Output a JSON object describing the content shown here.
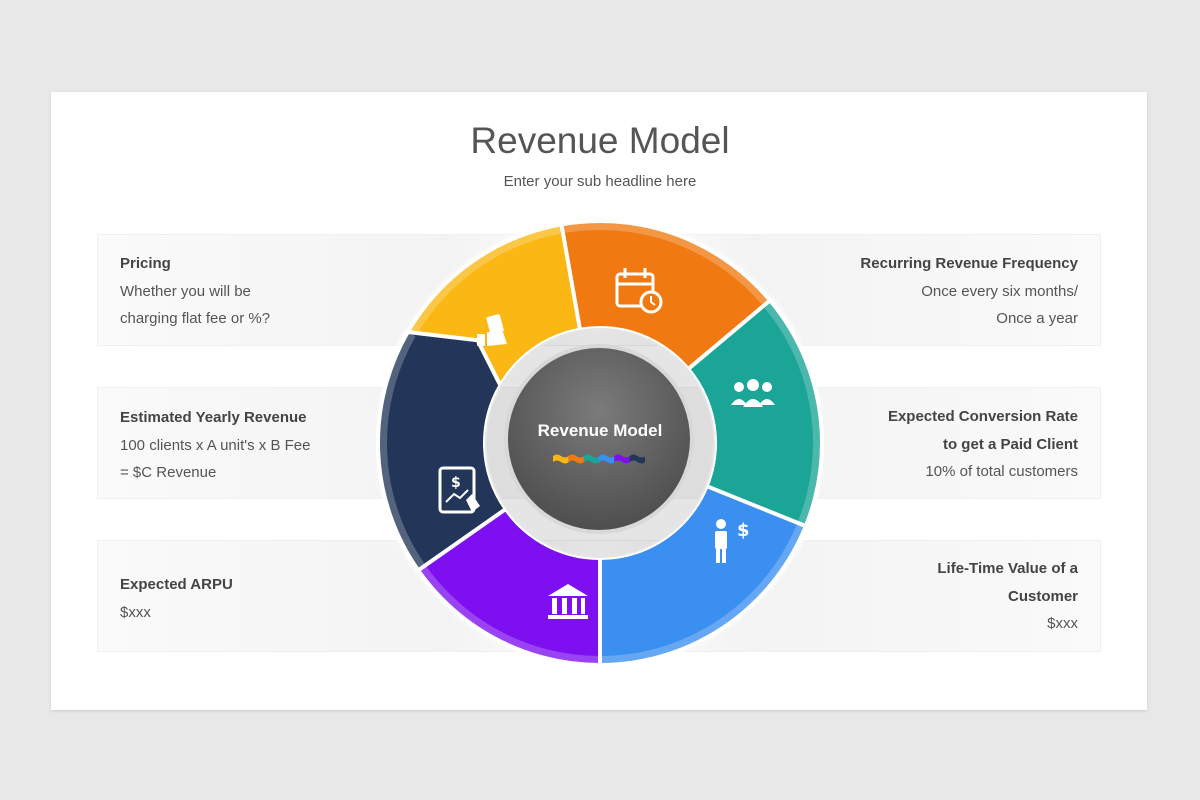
{
  "title": "Revenue Model",
  "subtitle": "Enter your sub headline here",
  "center_label": "Revenue Model",
  "colors": {
    "yellow": "#fbb714",
    "orange": "#f07a11",
    "teal": "#1aa597",
    "blue": "#3b8ff0",
    "purple": "#7e0ff0",
    "navy": "#233659"
  },
  "items": {
    "pricing": {
      "heading": "Pricing",
      "lines": [
        "Whether you will be",
        "charging flat fee or %?"
      ]
    },
    "yearly": {
      "heading": "Estimated Yearly Revenue",
      "lines": [
        "100 clients x A unit's x B Fee",
        "= $C Revenue"
      ]
    },
    "arpu": {
      "heading": "Expected ARPU",
      "lines": [
        "$xxx"
      ]
    },
    "recurring": {
      "heading": "Recurring Revenue Frequency",
      "lines": [
        "Once every six months/",
        "Once a year"
      ]
    },
    "conversion": {
      "heading_lines": [
        "Expected Conversion Rate",
        "to get a Paid Client"
      ],
      "lines": [
        "10% of total customers"
      ]
    },
    "ltv": {
      "heading_lines": [
        "Life-Time Value of a",
        "Customer"
      ],
      "lines": [
        "$xxx"
      ]
    }
  },
  "segment_icons": [
    "money-hand-icon",
    "calendar-clock-icon",
    "team-icon",
    "businessman-dollar-icon",
    "bank-icon",
    "tablet-chart-icon"
  ]
}
